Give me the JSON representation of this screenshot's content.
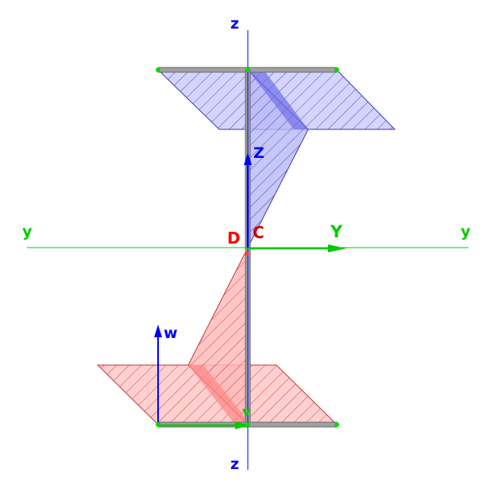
{
  "labels": {
    "z_top": "z",
    "z_bottom": "z",
    "y_left": "y",
    "y_right": "y",
    "Y_axis": "Y",
    "Z_axis": "Z",
    "D": "D",
    "C": "C",
    "w": "w",
    "v": "v"
  },
  "colors": {
    "axis_blue": "#0000ff",
    "axis_green": "#00cc00",
    "section_gray": "#909090",
    "positive_fill": "#ccccff",
    "positive_hatch": "#3a3ab0",
    "negative_fill": "#ffc8c8",
    "negative_hatch": "#cc3030",
    "label_red": "#ff0000",
    "node_green": "#00dd00"
  }
}
